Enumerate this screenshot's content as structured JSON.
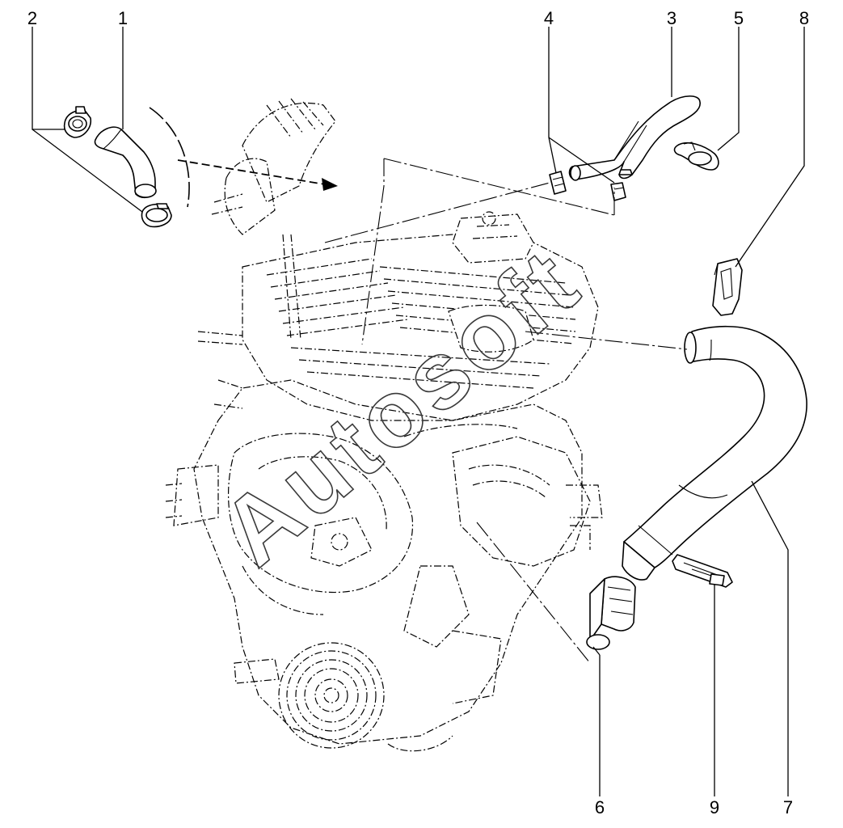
{
  "diagram": {
    "watermark": "Autosoft",
    "callouts": {
      "c1": "1",
      "c2": "2",
      "c3": "3",
      "c4": "4",
      "c5": "5",
      "c6": "6",
      "c7": "7",
      "c8": "8",
      "c9": "9"
    }
  }
}
